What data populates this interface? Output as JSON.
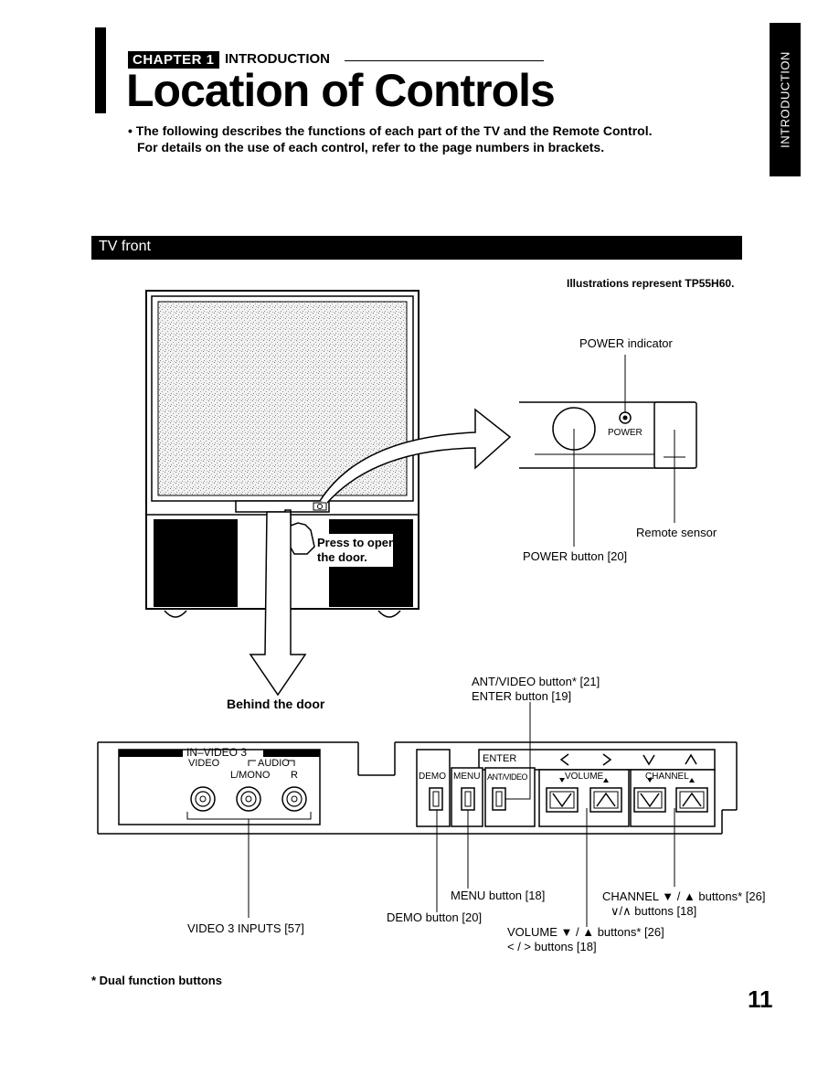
{
  "header": {
    "chapter_tag": "CHAPTER 1",
    "chapter_title": "INTRODUCTION",
    "main_title": "Location of Controls",
    "intro_line1": "• The following describes the functions of each part of the TV and the Remote Control.",
    "intro_line2": "For details on the use of each control, refer to the page numbers in brackets."
  },
  "side_tab": "INTRODUCTION",
  "section": {
    "title": "TV front",
    "illustration_note": "Illustrations represent TP55H60."
  },
  "tv_front": {
    "press_line1": "Press to open",
    "press_line2": "the door.",
    "power_indicator": "POWER indicator",
    "power_small": "POWER",
    "remote_sensor": "Remote sensor",
    "power_button": "POWER button [20]"
  },
  "behind_door": {
    "heading": "Behind the door",
    "ant_video_label": "ANT/VIDEO button* [21]",
    "enter_label": "ENTER button [19]",
    "panel": {
      "in_video": "IN–VIDEO 3",
      "video": "VIDEO",
      "audio": "AUDIO",
      "lmono": "L/MONO",
      "r": "R",
      "enter": "ENTER",
      "arrows": [
        "<",
        ">",
        "V",
        "Λ"
      ],
      "demo": "DEMO",
      "menu": "MENU",
      "antvideo": "ANT/VIDEO",
      "volume": "VOLUME",
      "channel": "CHANNEL"
    },
    "callouts": {
      "video3_inputs": "VIDEO 3 INPUTS [57]",
      "demo_button": "DEMO button [20]",
      "menu_button": "MENU button [18]",
      "volume1": "VOLUME ▼ / ▲ buttons* [26]",
      "volume2": "< / > buttons [18]",
      "channel1": "CHANNEL ▼ / ▲ buttons* [26]",
      "channel2": "∨/∧ buttons [18]"
    }
  },
  "footnote": "*   Dual function buttons",
  "page_number": "11"
}
